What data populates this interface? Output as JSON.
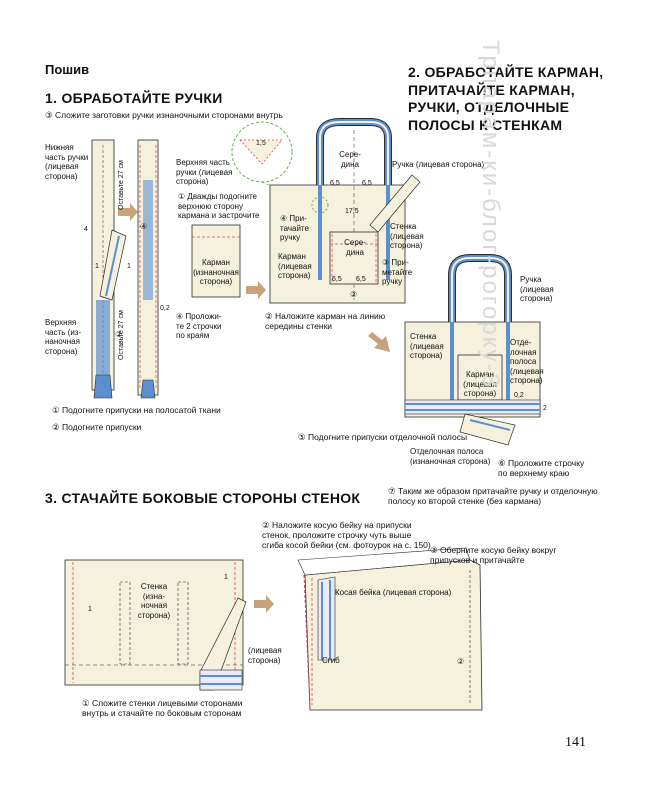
{
  "section_title": "Пошив",
  "step1": {
    "title": "1. ОБРАБОТАЙТЕ РУЧКИ",
    "instr3": "③ Сложите заготовки ручки изнаночными сторонами внутрь",
    "lower_part": "Нижняя\nчасть ручки\n(лицевая\nсторона)",
    "upper_part_wrong": "Верхняя\nчасть (из-\nнаночная\nсторона)",
    "upper_part_right": "Верхняя часть\nручки (лицевая\nсторона)",
    "leave27_a": "Оставьте 27 см",
    "leave27_b": "Оставьте 27 см",
    "instr1": "① Дважды подогните\nверхнюю сторону\nкармана и застрочите",
    "pocket_wrong": "Карман\n(изнаночная\nсторона)",
    "instr4": "④ Проложи-\nте 2 строчки\nпо краям",
    "dim_4": "4",
    "dim_1a": "1",
    "dim_1b": "1",
    "dim_02": "0,2",
    "num_2": "②",
    "num_4": "④",
    "note1": "① Подогните припуски на полосатой ткани",
    "note2": "② Подогните припуски"
  },
  "step2": {
    "title": "2. ОБРАБОТАЙТЕ КАРМАН,\nПРИТАЧАЙТЕ КАРМАН,\nРУЧКИ, ОТДЕЛОЧНЫЕ\nПОЛОСЫ К СТЕНКАМ",
    "zoom_dim": "1,5",
    "middle": "Сере-\nдина",
    "dim_65a": "6,5",
    "dim_65b": "6,5",
    "dim_65c": "6,5",
    "dim_65d": "6,5",
    "dim_175": "17,5",
    "handle_right": "Ручка (лицевая сторона)",
    "instr4b": "④ При-\nтачайте\nручку",
    "middle2": "Сере-\nдина",
    "wall_right": "Стенка\n(лицевая\nсторона)",
    "pocket_right": "Карман\n(лицевая\nсторона)",
    "instr3b": "③ При-\nметайте\nручку",
    "num_2b": "②",
    "instr2b": "② Наложите карман на линию\nсередины стенки",
    "handle_right2": "Ручка\n(лицевая\nсторона)",
    "wall_right2": "Стенка\n(лицевая\nсторона)",
    "trim_right": "Отде-\nлочная\nполоса\n(лицевая\nсторона)",
    "pocket_right2": "Карман\n(лицевая\nсторона)",
    "dim_02b": "0,2",
    "dim_2": "2",
    "note5": "⑤ Подогните припуски отделочной полосы",
    "trim_wrong": "Отделочная полоса\n(изнаночная сторона)",
    "note6": "⑥ Проложите строчку\nпо верхнему краю",
    "note7": "⑦ Таким же образом притачайте ручку и отделочную\nполосу ко второй стенке (без кармана)"
  },
  "step3": {
    "title": "3. СТАЧАЙТЕ БОКОВЫЕ СТОРОНЫ СТЕНОК",
    "wall_wrong": "Стенка\n(изна-\nночная\nсторона)",
    "face_side": "(лицевая\nсторона)",
    "dim_1c": "1",
    "dim_1d": "1",
    "note1": "① Сложите стенки лицевыми сторонами\nвнутрь и стачайте по боковым сторонам",
    "note2": "② Наложите косую бейку на припуски\nстенок, проложите строчку чуть выше\nсгиба косой бейки (см. фотоурок на с. 150)",
    "note3": "③ Оберните косую бейку вокруг\nприпусков и притачайте",
    "bias_tape": "Косая бейка (лицевая сторона)",
    "fold": "Сгиб",
    "num_2c": "②"
  },
  "watermark": "Трпарам-ки-блог-рогорку-3",
  "page_number": "141",
  "colors": {
    "fabric": "#f6f1dc",
    "outline": "#2b2b2b",
    "stripe_blue": "#5b8fd0",
    "stripe_red": "#d9455a",
    "accent_green": "#6ab04c",
    "arrow": "#c8a27a"
  }
}
